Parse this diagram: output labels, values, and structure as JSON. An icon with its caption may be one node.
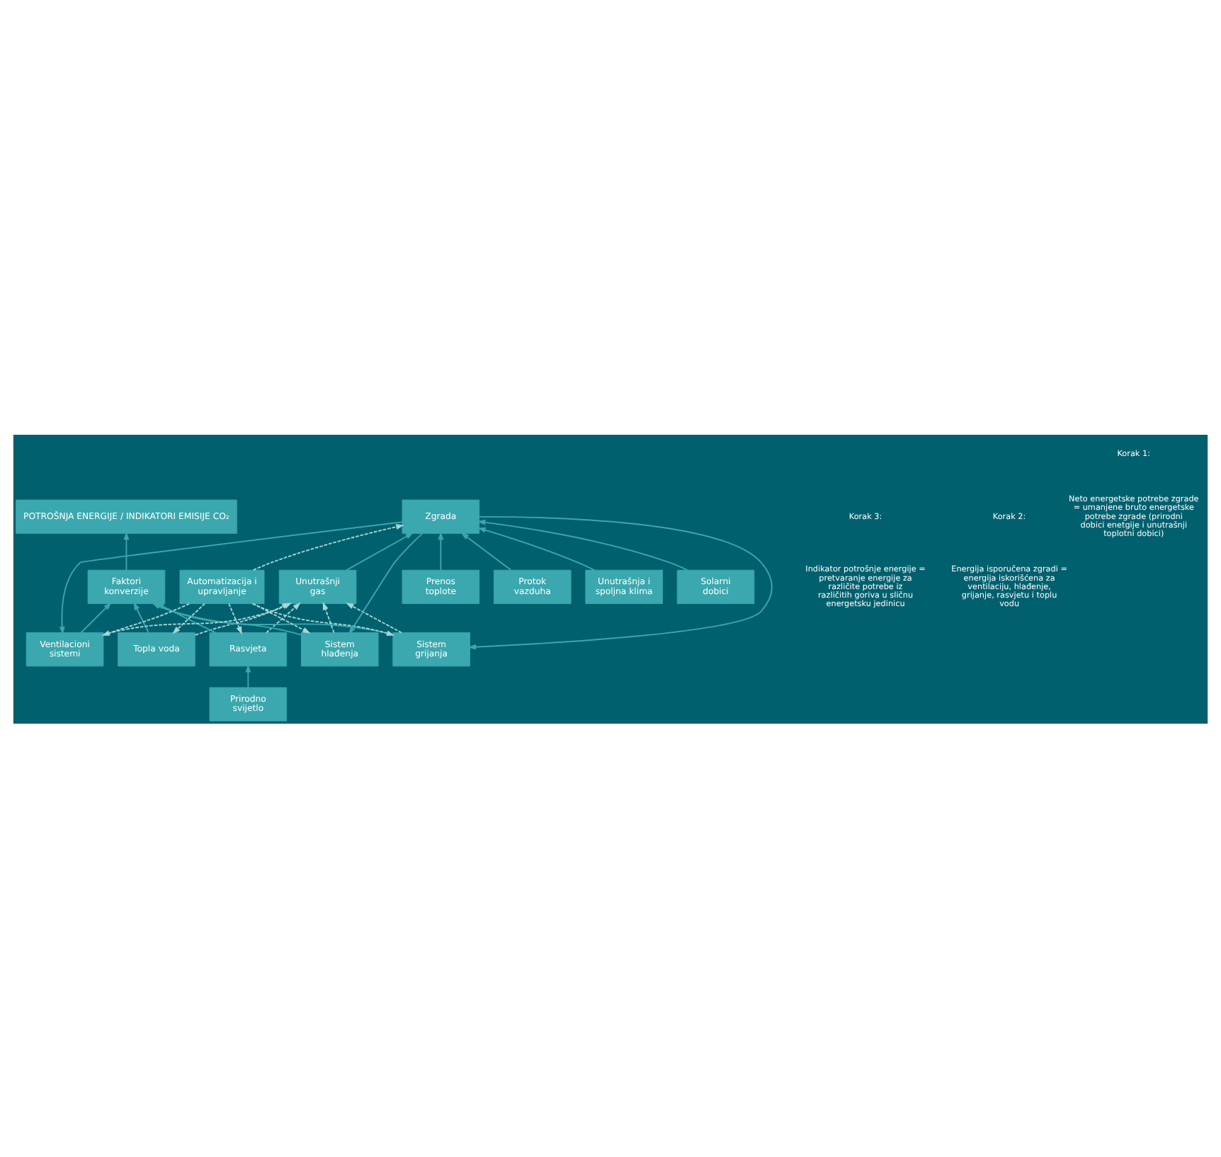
{
  "diagram": {
    "nodes": [
      {
        "text": [
          "POTROŠNJA ENERGIJE / INDIKATORI EMISIJE CO₂"
        ]
      },
      {
        "text": [
          "Faktori konverzije"
        ]
      },
      {
        "text": [
          "Topla voda"
        ]
      },
      {
        "text": [
          "Rasvjeta"
        ]
      },
      {
        "text": [
          "Sistem grijanja"
        ]
      },
      {
        "text": [
          "Sistem hlađenja"
        ]
      },
      {
        "text": [
          "Ventilacioni sistemi"
        ]
      },
      {
        "text": [
          "Automatizacija i upravljanje"
        ]
      },
      {
        "text": [
          "Zgrada"
        ]
      },
      {
        "text": [
          "Prirodno svijetlo"
        ]
      },
      {
        "text": [
          "Unutrašnji gas"
        ]
      },
      {
        "text": [
          "Prenos toplote"
        ]
      },
      {
        "text": [
          "Protok vazduha"
        ]
      },
      {
        "text": [
          "Unutrašnja i spoljna klima"
        ]
      },
      {
        "text": [
          "Solarni dobici"
        ]
      }
    ],
    "edges": [
      {
        "from": 1,
        "to": 0,
        "arrow": "to"
      },
      {
        "from": 2,
        "to": 1,
        "arrow": "to"
      },
      {
        "from": 3,
        "to": 1,
        "arrow": "to"
      },
      {
        "from": 4,
        "to": 1,
        "arrow": "to"
      },
      {
        "from": 5,
        "to": 1,
        "arrow": "to"
      },
      {
        "from": 6,
        "to": 1,
        "arrow": "to"
      },
      {
        "from": 2,
        "to": 10,
        "arrow": "to",
        "style": "dashed",
        "color": "#a8d5d6"
      },
      {
        "from": 3,
        "to": 10,
        "arrow": "to",
        "style": "dashed",
        "color": "#a8d5d6"
      },
      {
        "from": 4,
        "to": 10,
        "arrow": "to",
        "style": "dashed",
        "color": "#a8d5d6"
      },
      {
        "from": 5,
        "to": 10,
        "arrow": "to",
        "style": "dashed",
        "color": "#a8d5d6"
      },
      {
        "from": 6,
        "to": 10,
        "arrow": "to",
        "style": "dashed",
        "color": "#a8d5d6"
      },
      {
        "from": 7,
        "to": 2,
        "arrow": "to",
        "style": "dashed",
        "color": "#a8d5d6"
      },
      {
        "from": 7,
        "to": 3,
        "arrow": "to",
        "style": "dashed",
        "color": "#a8d5d6"
      },
      {
        "from": 7,
        "to": 4,
        "arrow": "to",
        "style": "dashed",
        "color": "#a8d5d6"
      },
      {
        "from": 7,
        "to": 5,
        "arrow": "to",
        "style": "dashed",
        "color": "#a8d5d6"
      },
      {
        "from": 7,
        "to": 6,
        "arrow": "to",
        "style": "dashed",
        "color": "#a8d5d6"
      },
      {
        "from": 7,
        "to": 8,
        "arrow": "to",
        "style": "dashed",
        "color": "#a8d5d6"
      },
      {
        "from": 9,
        "to": 3,
        "arrow": "to"
      },
      {
        "from": 8,
        "to": 4,
        "arrow": "to"
      },
      {
        "from": 8,
        "to": 5,
        "arrow": "to"
      },
      {
        "from": 8,
        "to": 6,
        "arrow": "to"
      },
      {
        "from": 10,
        "to": 8,
        "arrow": "to"
      },
      {
        "from": 11,
        "to": 8,
        "arrow": "to"
      },
      {
        "from": 12,
        "to": 8,
        "arrow": "to"
      },
      {
        "from": 13,
        "to": 8,
        "arrow": "to"
      },
      {
        "from": 14,
        "to": 8,
        "arrow": "to"
      }
    ],
    "labels": [
      "Korak 3:",
      "Indikator potrošnje energije = pretvaranje energije za različite potrebe iz različitih goriva u sličnu energetsku jedinicu",
      "Korak 2:",
      "Energija isporučena zgradi = energija iskorišćena za ventilaciju, hlađenje, grijanje, rasvjetu i toplu vodu",
      "Korak 1:",
      "Neto energetske potrebe zgrade = umanjene bruto energetske potrebe zgrade (prirodni dobici enetgije i unutrašnji toplotni dobici)"
    ]
  }
}
